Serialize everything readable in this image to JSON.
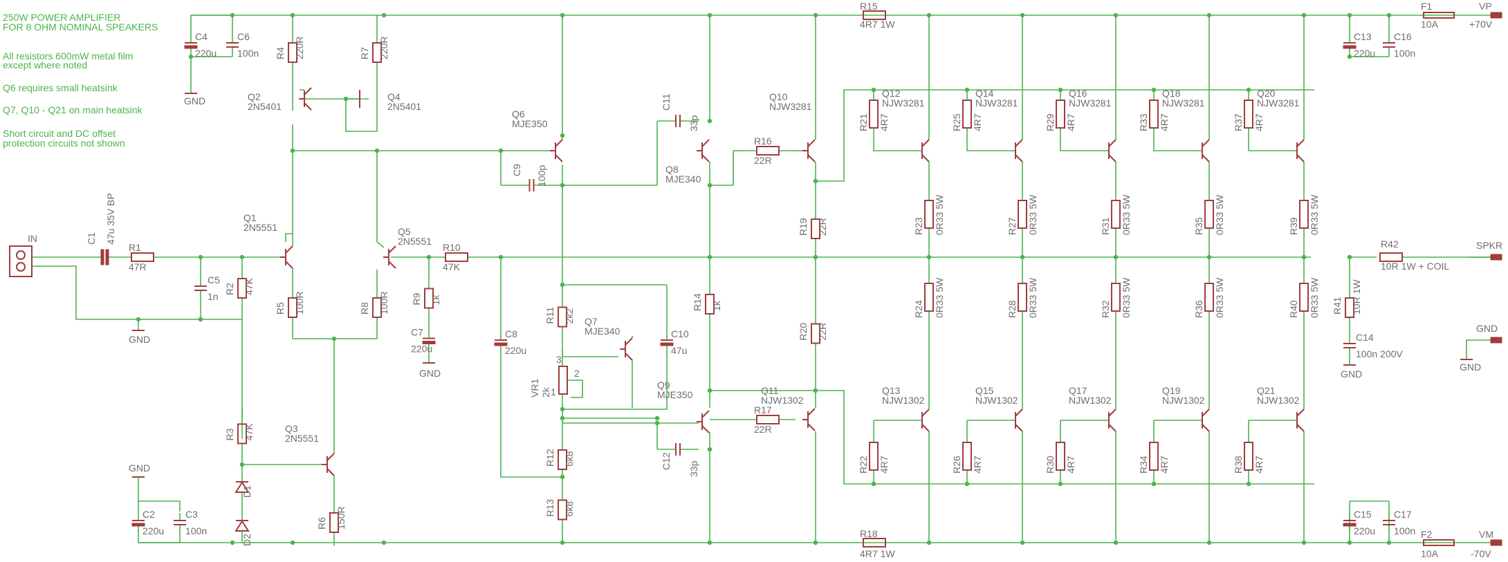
{
  "notes": [
    "250W POWER AMPLIFIER",
    "FOR 8 OHM NOMINAL SPEAKERS",
    "All resistors 600mW metal film",
    "except where noted",
    "Q6 requires small heatsink",
    "Q7, Q10 - Q21 on main heatsink",
    "Short circuit and DC offset",
    "protection circuits not shown"
  ],
  "rails": {
    "vp": "VP",
    "vp_value": "+70V",
    "vm": "VM",
    "vm_value": "-70V",
    "spkr": "SPKR",
    "gnd": "GND",
    "in": "IN"
  },
  "components": {
    "R15": {
      "name": "R15",
      "value": "4R7 1W"
    },
    "R18": {
      "name": "R18",
      "value": "4R7 1W"
    },
    "F1": {
      "name": "F1",
      "value": "10A"
    },
    "F2": {
      "name": "F2",
      "value": "10A"
    },
    "C4": {
      "name": "C4",
      "value": "220u"
    },
    "C6": {
      "name": "C6",
      "value": "100n"
    },
    "C13": {
      "name": "C13",
      "value": "220u"
    },
    "C16": {
      "name": "C16",
      "value": "100n"
    },
    "C15": {
      "name": "C15",
      "value": "220u"
    },
    "C17": {
      "name": "C17",
      "value": "100n"
    },
    "C2": {
      "name": "C2",
      "value": "220u"
    },
    "C3": {
      "name": "C3",
      "value": "100n"
    },
    "R4": {
      "name": "R4",
      "value": "220R"
    },
    "R7": {
      "name": "R7",
      "value": "220R"
    },
    "Q2": {
      "name": "Q2",
      "value": "2N5401"
    },
    "Q4": {
      "name": "Q4",
      "value": "2N5401"
    },
    "Q1": {
      "name": "Q1",
      "value": "2N5551"
    },
    "Q5": {
      "name": "Q5",
      "value": "2N5551"
    },
    "Q3": {
      "name": "Q3",
      "value": "2N5551"
    },
    "C1": {
      "name": "C1",
      "value": "47u 35V BP"
    },
    "R1": {
      "name": "R1",
      "value": "47R"
    },
    "C5": {
      "name": "C5",
      "value": "1n"
    },
    "R2": {
      "name": "R2",
      "value": "47K"
    },
    "R5": {
      "name": "R5",
      "value": "100R"
    },
    "R8": {
      "name": "R8",
      "value": "100R"
    },
    "R3": {
      "name": "R3",
      "value": "47K"
    },
    "R6": {
      "name": "R6",
      "value": "150R"
    },
    "D1": {
      "name": "D1",
      "value": ""
    },
    "D2": {
      "name": "D2",
      "value": ""
    },
    "R10": {
      "name": "R10",
      "value": "47K"
    },
    "R9": {
      "name": "R9",
      "value": "1k"
    },
    "C7": {
      "name": "C7",
      "value": "220u"
    },
    "Q6": {
      "name": "Q6",
      "value": "MJE350"
    },
    "C9": {
      "name": "C9",
      "value": "100p"
    },
    "C8": {
      "name": "C8",
      "value": "220u"
    },
    "R11": {
      "name": "R11",
      "value": "2k2"
    },
    "Q7": {
      "name": "Q7",
      "value": "MJE340"
    },
    "C10": {
      "name": "C10",
      "value": "47u"
    },
    "VR1": {
      "name": "VR1",
      "value": "2k"
    },
    "Q9": {
      "name": "Q9",
      "value": "MJE350"
    },
    "R12": {
      "name": "R12",
      "value": "6k8"
    },
    "R13": {
      "name": "R13",
      "value": "6k8"
    },
    "C11": {
      "name": "C11",
      "value": "33p"
    },
    "C12": {
      "name": "C12",
      "value": "33p"
    },
    "Q8": {
      "name": "Q8",
      "value": "MJE340"
    },
    "R14": {
      "name": "R14",
      "value": "1k"
    },
    "R16": {
      "name": "R16",
      "value": "22R"
    },
    "R17": {
      "name": "R17",
      "value": "22R"
    },
    "Q10": {
      "name": "Q10",
      "value": "NJW3281"
    },
    "Q11": {
      "name": "Q11",
      "value": "NJW1302"
    },
    "R19": {
      "name": "R19",
      "value": "22R"
    },
    "R20": {
      "name": "R20",
      "value": "22R"
    },
    "R42": {
      "name": "R42",
      "value": "10R 1W + COIL"
    },
    "R41": {
      "name": "R41",
      "value": "10R 1W"
    },
    "C14": {
      "name": "C14",
      "value": "100n 200V"
    }
  },
  "output_upper": [
    {
      "q": "Q12",
      "qv": "NJW3281",
      "rb": "R21",
      "rbv": "4R7",
      "re": "R23",
      "rev": "0R33 5W"
    },
    {
      "q": "Q14",
      "qv": "NJW3281",
      "rb": "R25",
      "rbv": "4R7",
      "re": "R27",
      "rev": "0R33 5W"
    },
    {
      "q": "Q16",
      "qv": "NJW3281",
      "rb": "R29",
      "rbv": "4R7",
      "re": "R31",
      "rev": "0R33 5W"
    },
    {
      "q": "Q18",
      "qv": "NJW3281",
      "rb": "R33",
      "rbv": "4R7",
      "re": "R35",
      "rev": "0R33 5W"
    },
    {
      "q": "Q20",
      "qv": "NJW3281",
      "rb": "R37",
      "rbv": "4R7",
      "re": "R39",
      "rev": "0R33 5W"
    }
  ],
  "output_lower": [
    {
      "q": "Q13",
      "qv": "NJW1302",
      "rb": "R22",
      "rbv": "4R7",
      "re": "R24",
      "rev": "0R33 5W"
    },
    {
      "q": "Q15",
      "qv": "NJW1302",
      "rb": "R26",
      "rbv": "4R7",
      "re": "R28",
      "rev": "0R33 5W"
    },
    {
      "q": "Q17",
      "qv": "NJW1302",
      "rb": "R30",
      "rbv": "4R7",
      "re": "R32",
      "rev": "0R33 5W"
    },
    {
      "q": "Q19",
      "qv": "NJW1302",
      "rb": "R34",
      "rbv": "4R7",
      "re": "R36",
      "rev": "0R33 5W"
    },
    {
      "q": "Q21",
      "qv": "NJW1302",
      "rb": "R38",
      "rbv": "4R7",
      "re": "R40",
      "rev": "0R33 5W"
    }
  ],
  "pin_labels": {
    "p1": "1",
    "p2": "2",
    "p3": "3"
  },
  "colors": {
    "wire": "#4db34d",
    "component": "#a03c3c",
    "text": "#6e6e6e",
    "background": "#ffffff"
  }
}
